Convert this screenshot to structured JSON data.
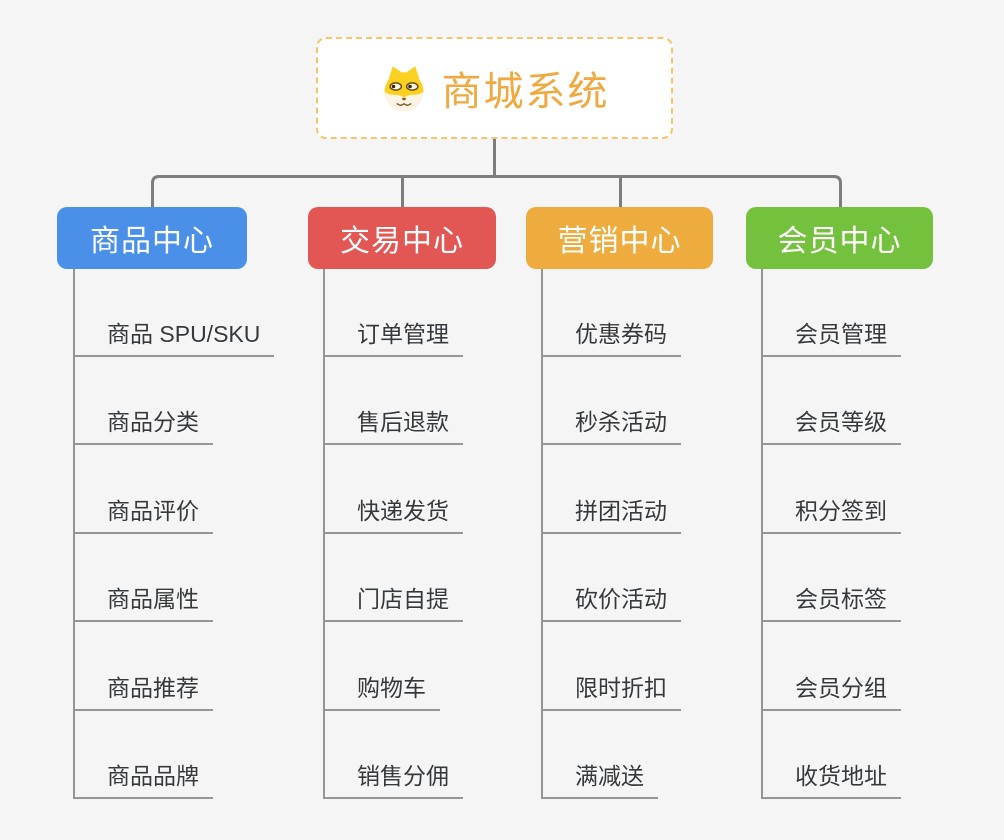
{
  "root": {
    "label": "商城系统",
    "icon": "shiba-dog-face"
  },
  "branches": [
    {
      "label": "商品中心",
      "color": "#4a90e8",
      "items": [
        "商品 SPU/SKU",
        "商品分类",
        "商品评价",
        "商品属性",
        "商品推荐",
        "商品品牌"
      ]
    },
    {
      "label": "交易中心",
      "color": "#e25653",
      "items": [
        "订单管理",
        "售后退款",
        "快递发货",
        "门店自提",
        "购物车",
        "销售分佣"
      ]
    },
    {
      "label": "营销中心",
      "color": "#eeab3e",
      "items": [
        "优惠券码",
        "秒杀活动",
        "拼团活动",
        "砍价活动",
        "限时折扣",
        "满减送"
      ]
    },
    {
      "label": "会员中心",
      "color": "#74c13d",
      "items": [
        "会员管理",
        "会员等级",
        "积分签到",
        "会员标签",
        "会员分组",
        "收货地址"
      ]
    }
  ],
  "style_colors": {
    "background": "#f5f5f5",
    "root_accent": "#efa93f",
    "root_border": "#f8c46a",
    "connector": "#7d7d7d",
    "leaf_line": "#959595",
    "leaf_text": "#36393c"
  }
}
